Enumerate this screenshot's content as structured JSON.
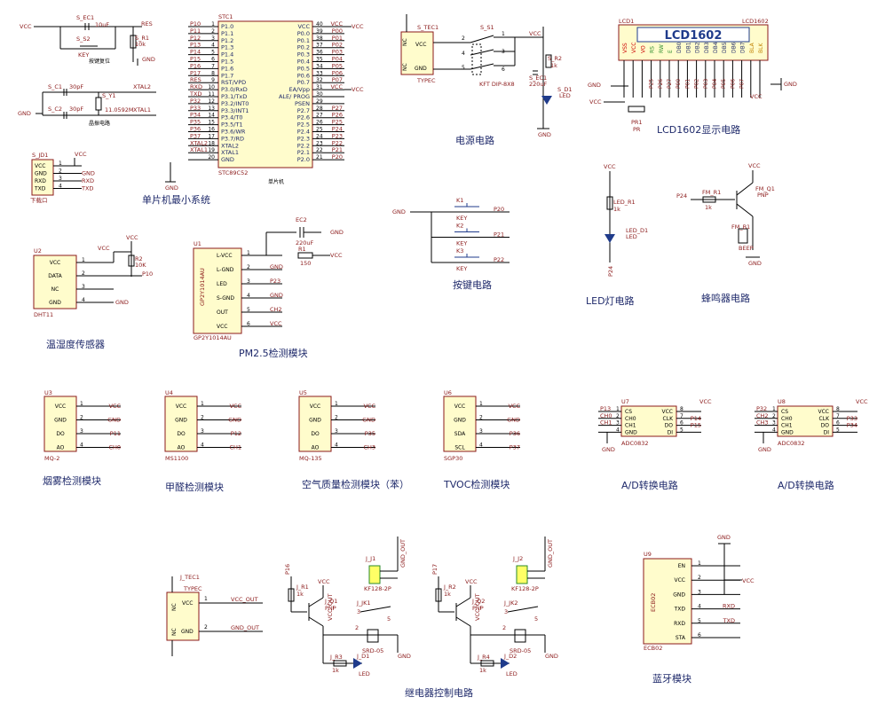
{
  "captions": {
    "mcu": "单片机最小系统",
    "power": "电源电路",
    "lcd": "LCD1602显示电路",
    "temp": "温湿度传感器",
    "pm25": "PM2.5检测模块",
    "keys": "按键电路",
    "led": "LED灯电路",
    "buzzer": "蜂鸣器电路",
    "smoke": "烟雾检测模块",
    "formaldehyde": "甲醛检测模块",
    "air": "空气质量检测模块（苯）",
    "tvoc": "TVOC检测模块",
    "adc1": "A/D转换电路",
    "adc2": "A/D转换电路",
    "relay": "继电器控制电路",
    "bt": "蓝牙模块"
  },
  "mcu": {
    "ref": "STC1",
    "part": "STC89C52",
    "subtitle": "单片机",
    "left_pins": [
      {
        "num": "1",
        "name": "P1.0",
        "net": "P10"
      },
      {
        "num": "2",
        "name": "P1.1",
        "net": "P11"
      },
      {
        "num": "3",
        "name": "P1.2",
        "net": "P12"
      },
      {
        "num": "4",
        "name": "P1.3",
        "net": "P13"
      },
      {
        "num": "5",
        "name": "P1.4",
        "net": "P14"
      },
      {
        "num": "6",
        "name": "P1.5",
        "net": "P15"
      },
      {
        "num": "7",
        "name": "P1.6",
        "net": "P16"
      },
      {
        "num": "8",
        "name": "P1.7",
        "net": "P17"
      },
      {
        "num": "9",
        "name": "RST/VPD",
        "net": "RES"
      },
      {
        "num": "10",
        "name": "P3.0/RxD",
        "net": "RXD"
      },
      {
        "num": "11",
        "name": "P3.1/TxD",
        "net": "TXD"
      },
      {
        "num": "12",
        "name": "P3.2/INT0",
        "net": "P32"
      },
      {
        "num": "13",
        "name": "P3.3/INT1",
        "net": "P33"
      },
      {
        "num": "14",
        "name": "P3.4/T0",
        "net": "P34"
      },
      {
        "num": "15",
        "name": "P3.5/T1",
        "net": "P35"
      },
      {
        "num": "16",
        "name": "P3.6/WR",
        "net": "P36"
      },
      {
        "num": "17",
        "name": "P3.7/RD",
        "net": "P37"
      },
      {
        "num": "18",
        "name": "XTAL2",
        "net": "XTAL2"
      },
      {
        "num": "19",
        "name": "XTAL1",
        "net": "XTAL1"
      },
      {
        "num": "20",
        "name": "GND",
        "net": ""
      }
    ],
    "right_pins": [
      {
        "num": "40",
        "name": "VCC",
        "net": "VCC"
      },
      {
        "num": "39",
        "name": "P0.0",
        "net": "P00"
      },
      {
        "num": "38",
        "name": "P0.1",
        "net": "P01"
      },
      {
        "num": "37",
        "name": "P0.2",
        "net": "P02"
      },
      {
        "num": "36",
        "name": "P0.3",
        "net": "P03"
      },
      {
        "num": "35",
        "name": "P0.4",
        "net": "P04"
      },
      {
        "num": "34",
        "name": "P0.5",
        "net": "P05"
      },
      {
        "num": "33",
        "name": "P0.6",
        "net": "P06"
      },
      {
        "num": "32",
        "name": "P0.7",
        "net": "P07"
      },
      {
        "num": "31",
        "name": "EA/Vpp",
        "net": "VCC"
      },
      {
        "num": "30",
        "name": "ALE/ PROG",
        "net": ""
      },
      {
        "num": "29",
        "name": "PSEN",
        "net": ""
      },
      {
        "num": "28",
        "name": "P2.7",
        "net": "P27"
      },
      {
        "num": "27",
        "name": "P2.6",
        "net": "P26"
      },
      {
        "num": "26",
        "name": "P2.5",
        "net": "P25"
      },
      {
        "num": "25",
        "name": "P2.4",
        "net": "P24"
      },
      {
        "num": "24",
        "name": "P2.3",
        "net": "P23"
      },
      {
        "num": "23",
        "name": "P2.2",
        "net": "P22"
      },
      {
        "num": "22",
        "name": "P2.1",
        "net": "P21"
      },
      {
        "num": "21",
        "name": "P2.0",
        "net": "P20"
      }
    ],
    "gnd": "GND"
  },
  "reset": {
    "vcc": "VCC",
    "cap_ref": "S_EC1",
    "cap_val": "10uF",
    "res_net": "RES",
    "key_ref": "S_S2",
    "key_lbl": "KEY",
    "r_ref": "S_R1",
    "r_val": "10k",
    "gnd": "GND",
    "note": "按键复位"
  },
  "crystal": {
    "c1_ref": "S_C1",
    "c1_val": "30pF",
    "c2_ref": "S_C2",
    "c2_val": "30pF",
    "y_ref": "S_Y1",
    "y_val": "11.0592M",
    "xtal2": "XTAL2",
    "xtal1": "XTAL1",
    "gnd": "GND",
    "note": "晶振电路"
  },
  "download": {
    "ref": "S_JD1",
    "pins": [
      "VCC",
      "GND",
      "RXD",
      "TXD"
    ],
    "nums": [
      "1",
      "2",
      "3",
      "4"
    ],
    "nets": [
      "VCC",
      "GND",
      "RXD",
      "TXD"
    ],
    "note": "下载口"
  },
  "power": {
    "jack_ref": "S_TEC1",
    "jack_type": "TYPEC",
    "jack_pins": [
      "VCC",
      "GND"
    ],
    "nc": "NC",
    "sw_ref": "S_S1",
    "sw_type": "KFT DIP-8X8",
    "cap_ref": "S_EC1",
    "cap_val": "220uF",
    "r_ref": "S_R2",
    "r_val": "1k",
    "led_ref": "S_D1",
    "led_lbl": "LED",
    "vcc": "VCC",
    "gnd": "GND",
    "pins": [
      "1",
      "2",
      "3",
      "4",
      "5",
      "6"
    ]
  },
  "lcd": {
    "ref": "LCD1",
    "part": "LCD1602",
    "title": "LCD1602",
    "pins": [
      "VSS",
      "VCC",
      "VO",
      "RS",
      "RW",
      "E",
      "DB0",
      "DB1",
      "DB2",
      "DB3",
      "DB4",
      "DB5",
      "DB6",
      "DB7",
      "BLA",
      "BLK"
    ],
    "nets": [
      "GND",
      "VCC",
      "",
      "P25",
      "P26",
      "P27",
      "P00",
      "P01",
      "P02",
      "P03",
      "P04",
      "P05",
      "P06",
      "P07",
      "VCC",
      "GND"
    ],
    "pot_ref": "PR1",
    "pot_lbl": "PR",
    "vcc": "VCC",
    "gnd": "GND"
  },
  "temp": {
    "ref": "U2",
    "part": "DHT11",
    "pins": [
      "VCC",
      "DATA",
      "NC",
      "GND"
    ],
    "nums": [
      "1",
      "2",
      "3",
      "4"
    ],
    "r_ref": "R2",
    "r_val": "10K",
    "net": "P10",
    "vcc": "VCC",
    "gnd": "GND"
  },
  "pm25": {
    "ref": "U1",
    "part": "GP2Y1014AU",
    "side": "GP2Y1014AU",
    "pins": [
      "L-VCC",
      "L-GND",
      "LED",
      "S-GND",
      "OUT",
      "VCC"
    ],
    "nums": [
      "1",
      "2",
      "3",
      "4",
      "5",
      "6"
    ],
    "nets": [
      "",
      "GND",
      "P23",
      "GND",
      "CH2",
      "VCC"
    ],
    "ec_ref": "EC2",
    "ec_val": "220uF",
    "r_ref": "R1",
    "r_val": "150",
    "vcc": "VCC",
    "gnd": "GND"
  },
  "keys": {
    "gnd": "GND",
    "items": [
      {
        "ref": "K1",
        "lbl": "KEY",
        "net": "P20"
      },
      {
        "ref": "K2",
        "lbl": "KEY",
        "net": "P21"
      },
      {
        "ref": "K3",
        "lbl": "KEY",
        "net": "P22"
      }
    ]
  },
  "led": {
    "vcc": "VCC",
    "r_ref": "LED_R1",
    "r_val": "1k",
    "d_ref": "LED_D1",
    "d_lbl": "LED",
    "net": "P24"
  },
  "buzzer": {
    "net": "P24",
    "r_ref": "FM_R1",
    "r_val": "1k",
    "q_ref": "FM_Q1",
    "q_type": "PNP",
    "b_ref": "FM_B1",
    "b_lbl": "BEEP",
    "vcc": "VCC",
    "gnd": "GND"
  },
  "sensors": [
    {
      "ref": "U3",
      "part": "MQ-2",
      "pins": [
        "VCC",
        "GND",
        "DO",
        "AO"
      ],
      "nums": [
        "1",
        "2",
        "3",
        "4"
      ],
      "nets": [
        "VCC",
        "GND",
        "P11",
        "CH0"
      ]
    },
    {
      "ref": "U4",
      "part": "MS1100",
      "pins": [
        "VCC",
        "GND",
        "DO",
        "AO"
      ],
      "nums": [
        "1",
        "2",
        "3",
        "4"
      ],
      "nets": [
        "VCC",
        "GND",
        "P12",
        "CH1"
      ]
    },
    {
      "ref": "U5",
      "part": "MQ-135",
      "pins": [
        "VCC",
        "GND",
        "DO",
        "AO"
      ],
      "nums": [
        "1",
        "2",
        "3",
        "4"
      ],
      "nets": [
        "VCC",
        "GND",
        "P35",
        "CH3"
      ]
    },
    {
      "ref": "U6",
      "part": "SGP30",
      "pins": [
        "VCC",
        "GND",
        "SDA",
        "SCL"
      ],
      "nums": [
        "1",
        "2",
        "3",
        "4"
      ],
      "nets": [
        "VCC",
        "GND",
        "P36",
        "P37"
      ]
    }
  ],
  "adcs": [
    {
      "ref": "U7",
      "part": "ADC0832",
      "left": [
        "CS",
        "CH0",
        "CH1",
        "GND"
      ],
      "right": [
        "VCC",
        "CLK",
        "DO",
        "DI"
      ],
      "lnums": [
        "1",
        "2",
        "3",
        "4"
      ],
      "rnums": [
        "8",
        "7",
        "6",
        "5"
      ],
      "lnets": [
        "P13",
        "CH0",
        "CH1",
        "GND"
      ],
      "rnets": [
        "VCC",
        "P14",
        "P15",
        ""
      ]
    },
    {
      "ref": "U8",
      "part": "ADC0832",
      "left": [
        "CS",
        "CH0",
        "CH1",
        "GND"
      ],
      "right": [
        "VCC",
        "CLK",
        "DO",
        "DI"
      ],
      "lnums": [
        "1",
        "2",
        "3",
        "4"
      ],
      "rnums": [
        "8",
        "7",
        "6",
        "5"
      ],
      "lnets": [
        "P32",
        "CH2",
        "CH3",
        "GND"
      ],
      "rnets": [
        "VCC",
        "P33",
        "P34",
        ""
      ]
    }
  ],
  "outjack": {
    "ref": "J_TEC1",
    "type": "TYPEC",
    "pins": [
      "VCC",
      "GND"
    ],
    "nums": [
      "1",
      "2"
    ],
    "nets": [
      "VCC_OUT",
      "GND_OUT"
    ],
    "nc": "NC"
  },
  "relays": [
    {
      "net": "P16",
      "r_ref": "J_R1",
      "r_val": "1k",
      "q_ref": "J_Q1",
      "q_type": "PNP",
      "vcc": "VCC",
      "vccout": "VCC_OUT",
      "gndout": "GND_OUT",
      "j_ref": "J_J1",
      "j_part": "KF128-2P",
      "k_ref": "J_JK1",
      "k_part": "SRD-05",
      "r2_ref": "J_R3",
      "r2_val": "1k",
      "d_ref": "J_D1",
      "d_lbl": "LED",
      "gnd": "GND"
    },
    {
      "net": "P17",
      "r_ref": "J_R2",
      "r_val": "1k",
      "q_ref": "J_Q2",
      "q_type": "PNP",
      "vcc": "VCC",
      "vccout": "VCC_OUT",
      "gndout": "GND_OUT",
      "j_ref": "J_J2",
      "j_part": "KF128-2P",
      "k_ref": "J_JK2",
      "k_part": "SRD-05",
      "r2_ref": "J_R4",
      "r2_val": "1k",
      "d_ref": "J_D2",
      "d_lbl": "LED",
      "gnd": "GND"
    }
  ],
  "bt": {
    "ref": "U9",
    "part": "ECB02",
    "side": "ECB02",
    "pins": [
      "EN",
      "VCC",
      "GND",
      "TXD",
      "RXD",
      "STA"
    ],
    "nums": [
      "1",
      "2",
      "3",
      "4",
      "5",
      "6"
    ],
    "nets": [
      "",
      "VCC",
      "GND",
      "RXD",
      "TXD",
      ""
    ],
    "gnd": "GND",
    "vcc": "VCC"
  }
}
